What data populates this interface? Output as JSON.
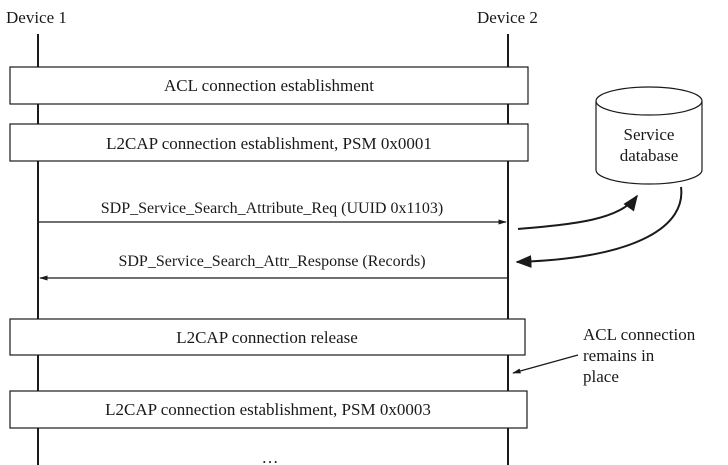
{
  "devices": {
    "left": "Device 1",
    "right": "Device 2"
  },
  "steps": {
    "acl": "ACL connection establishment",
    "l2cap1": "L2CAP connection establishment, PSM 0x0001",
    "sdp_req": "SDP_Service_Search_Attribute_Req (UUID 0x1103)",
    "sdp_resp": "SDP_Service_Search_Attr_Response (Records)",
    "release": "L2CAP connection release",
    "l2cap3": "L2CAP connection establishment, PSM 0x0003",
    "more": "…"
  },
  "database": {
    "line1": "Service",
    "line2": "database"
  },
  "note": {
    "line1": "ACL connection",
    "line2": "remains in",
    "line3": "place"
  }
}
